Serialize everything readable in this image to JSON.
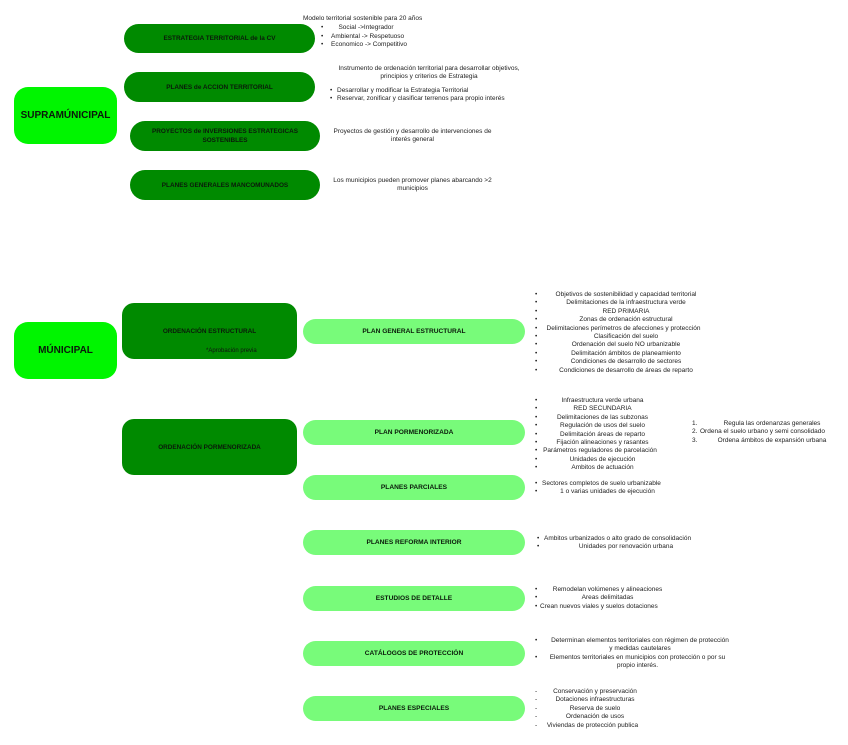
{
  "supra": {
    "label": "SUPRAMÚNICIPAL",
    "items": [
      {
        "label": "ESTRATEGIA TERRITORIAL de la CV",
        "note_title": "Modelo territorial sostenible para 20 años",
        "bullets": [
          "Social ->Integrador",
          "Ambiental -> Respetuoso",
          "Economico -> Competitivo"
        ]
      },
      {
        "label": "PLANES  de ACCION TERRITORIAL",
        "note_title": "Instrumento de ordenación territorial para desarrollar objetivos, principios y criterios de Estrategia",
        "bullets": [
          "Desarrollar y modificar la Estrategia Territorial",
          "Reservar, zonificar y clasificar terrenos para propio interés"
        ]
      },
      {
        "label": "PROYECTOS de INVERSIONES ESTRATEGICAS SOSTENIBLES",
        "note_title": "Proyectos de gestión y desarrollo de intervenciones de interés general"
      },
      {
        "label": "PLANES GENERALES MANCOMUNADOS",
        "note_title": "Los municipios pueden promover planes abarcando >2 municipios"
      }
    ]
  },
  "municipal": {
    "label": "MÚNICIPAL",
    "estructural": {
      "label": "ORDENACIÓN ESTRUCTURAL",
      "sub": "*Aprobación previa"
    },
    "pormenorizada": {
      "label": "ORDENACIÓN PORMENORIZADA"
    },
    "plans": [
      {
        "label": "PLAN GENERAL ESTRUCTURAL",
        "bullets": [
          "Objetivos de sostenibilidad y capacidad territorial",
          "Delimitaciones de la infraestructura verde",
          "RED PRIMARIA",
          "Zonas de ordenación estructural",
          "Delimitaciones perímetros de afecciones y protección",
          "Clasificación del suelo",
          "Ordenación del suelo NO urbanizable",
          "Delimitación ámbitos de planeamiento",
          "Condiciones de desarrollo de sectores",
          "Condiciones de desarrollo de áreas de reparto"
        ]
      },
      {
        "label": "PLAN PORMENORIZADA",
        "bullets": [
          "Infraestructura verde urbana",
          "RED SECUNDARIA",
          "Delimitaciones de las subzonas",
          "Regulación de usos del suelo",
          "Delimitación áreas de reparto",
          "Fijación alineaciones y rasantes",
          "Parámetros reguladores de parcelación",
          "Unidades de ejecución",
          "Ambitos de actuación"
        ],
        "numbered": [
          "Regula las ordenanzas generales",
          "Ordena el suelo urbano y semi consolidado",
          "Ordena ámbitos de expansión urbana"
        ]
      },
      {
        "label": "PLANES PARCIALES",
        "bullets": [
          "Sectores completos de suelo urbanizable",
          "1 o varias unidades de ejecución"
        ]
      },
      {
        "label": "PLANES REFORMA INTERIOR",
        "bullets": [
          "Ambitos urbanizados o alto grado de consolidación",
          "Unidades por renovación urbana"
        ]
      },
      {
        "label": "ESTUDIOS DE DETALLE",
        "bullets": [
          "Remodelan volúmenes y alineaciones",
          "Areas delimitadas",
          "Crean nuevos viales y suelos dotaciones"
        ]
      },
      {
        "label": "CATÁLOGOS DE PROTECCIÓN",
        "bullets": [
          "Determinan elementos territoriales con régimen de protección y medidas cautelares",
          "Elementos territoriales en municipios con protección o por su propio interés."
        ]
      },
      {
        "label": "PLANES ESPECIALES",
        "bullets": [
          "Conservación y preservación",
          "Dotaciones infraestructuras",
          "Reserva de suelo",
          "Ordenación de usos",
          "Viviendas de protección publica"
        ]
      }
    ]
  },
  "colors": {
    "root": "#00f500",
    "dark": "#008a00",
    "light": "#78fb7a"
  }
}
